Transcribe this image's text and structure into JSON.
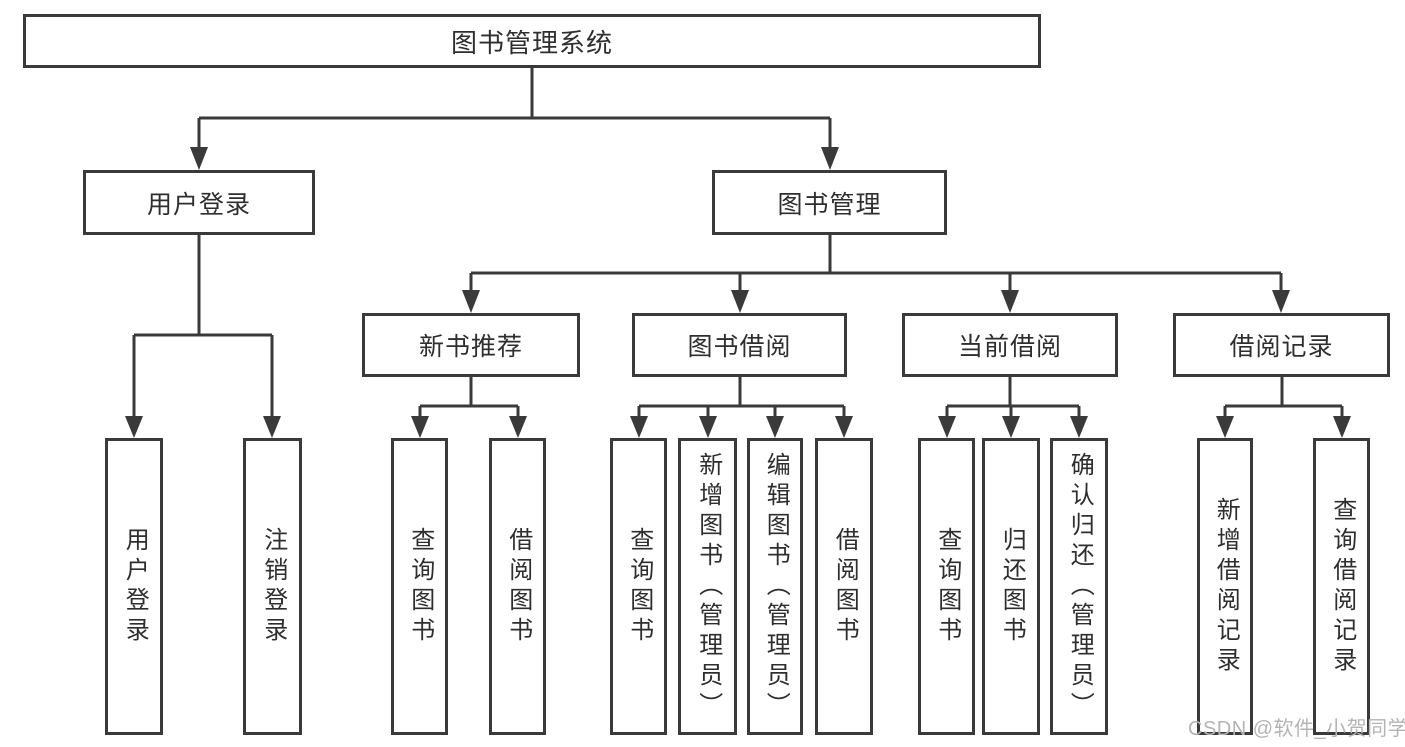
{
  "root": {
    "label": "图书管理系统"
  },
  "branches": [
    {
      "label": "用户登录",
      "leaves": [
        {
          "label": "用户登录"
        },
        {
          "label": "注销登录"
        }
      ]
    },
    {
      "label": "图书管理",
      "groups": [
        {
          "label": "新书推荐",
          "leaves": [
            {
              "label": "查询图书"
            },
            {
              "label": "借阅图书"
            }
          ]
        },
        {
          "label": "图书借阅",
          "leaves": [
            {
              "label": "查询图书"
            },
            {
              "label": "新增图书（管理员）"
            },
            {
              "label": "编辑图书（管理员）"
            },
            {
              "label": "借阅图书"
            }
          ]
        },
        {
          "label": "当前借阅",
          "leaves": [
            {
              "label": "查询图书"
            },
            {
              "label": "归还图书"
            },
            {
              "label": "确认归还（管理员）"
            }
          ]
        },
        {
          "label": "借阅记录",
          "leaves": [
            {
              "label": "新增借阅记录"
            },
            {
              "label": "查询借阅记录"
            }
          ]
        }
      ]
    }
  ],
  "watermark": "CSDN @软件_小贺同学",
  "colors": {
    "line": "#3a3a3a",
    "box_border": "#3a3a3a",
    "text": "#2e2e2e",
    "watermark": "#b4b4b4",
    "background": "#ffffff"
  }
}
